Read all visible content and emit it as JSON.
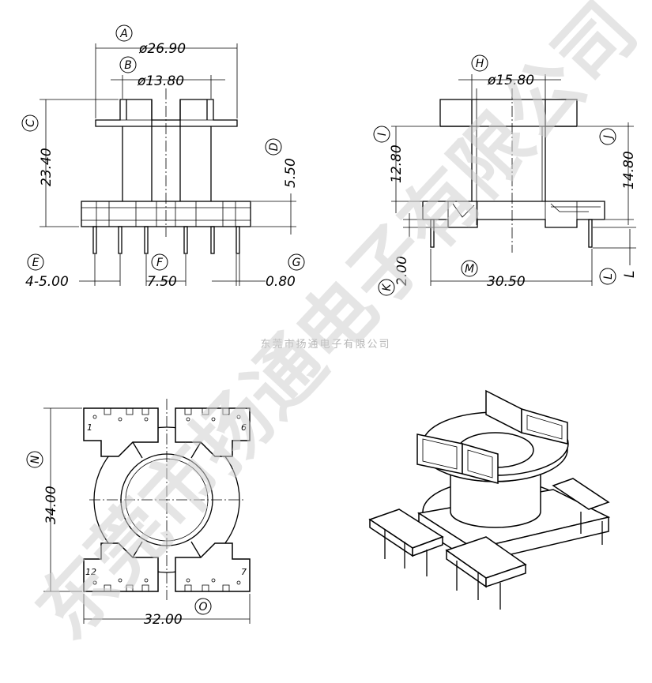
{
  "watermark": {
    "text": "东莞市扬通电子有限公司"
  },
  "company_caption": "东莞市扬通电子有限公司",
  "front_view": {
    "labels": {
      "A": "A",
      "B": "B",
      "C": "C",
      "D": "D",
      "E": "E",
      "F": "F",
      "G": "G"
    },
    "dims": {
      "A": "ø26.90",
      "B": "ø13.80",
      "C": "23.40",
      "D": "5.50",
      "E": "4-5.00",
      "F": "7.50",
      "G": "0.80"
    }
  },
  "side_view": {
    "labels": {
      "H": "H",
      "I": "I",
      "J": "J",
      "K": "K",
      "L": "L",
      "M": "M"
    },
    "dims": {
      "H": "ø15.80",
      "I": "12.80",
      "J": "14.80",
      "K": "2.00",
      "L": "L",
      "M": "30.50"
    }
  },
  "bottom_view": {
    "labels": {
      "N": "N",
      "O": "O"
    },
    "dims": {
      "N": "34.00",
      "O": "32.00"
    },
    "pin_numbers": [
      "1",
      "6",
      "12",
      "7"
    ]
  }
}
